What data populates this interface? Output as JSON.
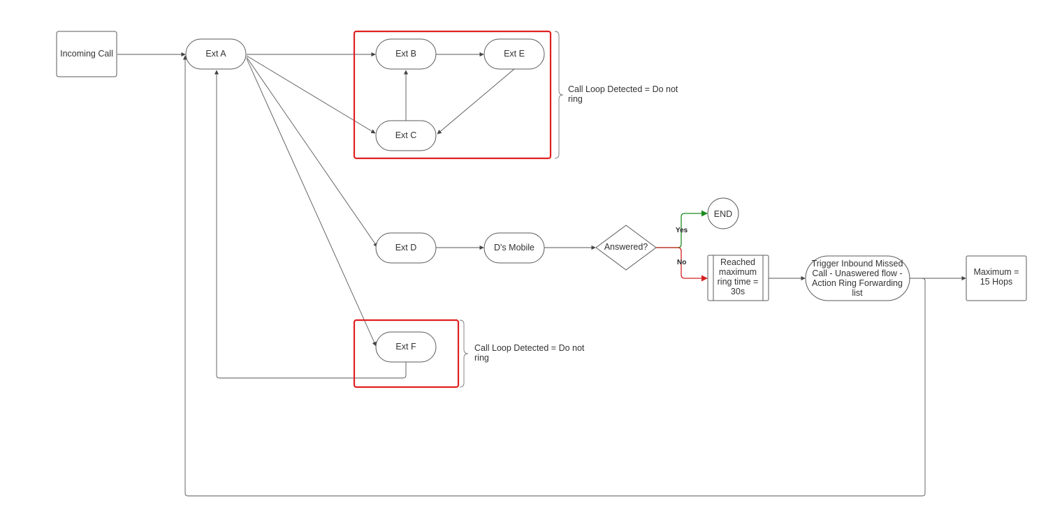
{
  "nodes": {
    "incoming_call": "Incoming Call",
    "ext_a": "Ext A",
    "ext_b": "Ext B",
    "ext_e": "Ext E",
    "ext_c": "Ext C",
    "ext_d": "Ext D",
    "ds_mobile": "D's Mobile",
    "answered": "Answered?",
    "end": "END",
    "reached_max": [
      "Reached",
      "maximum",
      "ring time =",
      "30s"
    ],
    "trigger": [
      "Trigger Inbound Missed",
      "Call - Unaswered flow -",
      "Action Ring Forwarding",
      "list"
    ],
    "maximum": [
      "Maximum =",
      "15 Hops"
    ],
    "ext_f": "Ext F"
  },
  "edge_labels": {
    "yes": "Yes",
    "no": "No"
  },
  "annotations": {
    "loop_top": [
      "Call Loop Detected = Do not",
      "ring"
    ],
    "loop_bottom": [
      "Call Loop Detected = Do not",
      "ring"
    ]
  },
  "colors": {
    "highlight": "#e02020",
    "yes_edge": "#1e8a1e",
    "no_edge": "#d42020"
  }
}
